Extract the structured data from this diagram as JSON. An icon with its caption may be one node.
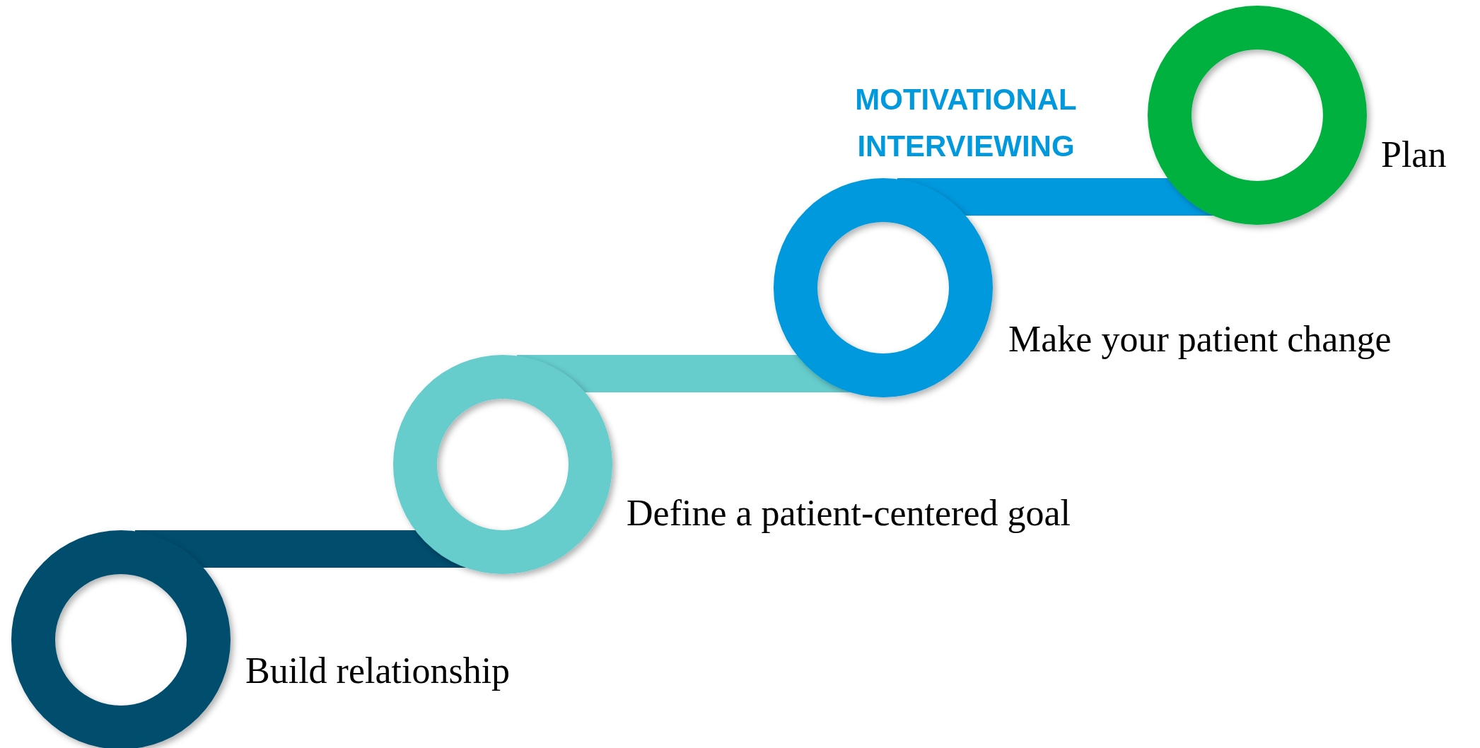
{
  "diagram": {
    "title": "MOTIVATIONAL INTERVIEWING",
    "nodes": [
      {
        "text": [],
        "shape": "circle",
        "beside": [
          "Build relationship"
        ]
      },
      {
        "text": [],
        "shape": "circle",
        "beside": [
          "Define a patient-centered goal"
        ]
      },
      {
        "text": [],
        "shape": "circle",
        "beside": [
          "Make your patient change"
        ]
      },
      {
        "text": [],
        "shape": "circle",
        "beside": [
          "Plan"
        ]
      }
    ],
    "edges": [
      {
        "from": 0,
        "to": 1,
        "arrow": "none",
        "color": "#004d6e"
      },
      {
        "from": 1,
        "to": 2,
        "arrow": "none",
        "color": "#66cccc"
      },
      {
        "from": 2,
        "to": 3,
        "arrow": "none",
        "color": "#0099dd"
      }
    ]
  }
}
